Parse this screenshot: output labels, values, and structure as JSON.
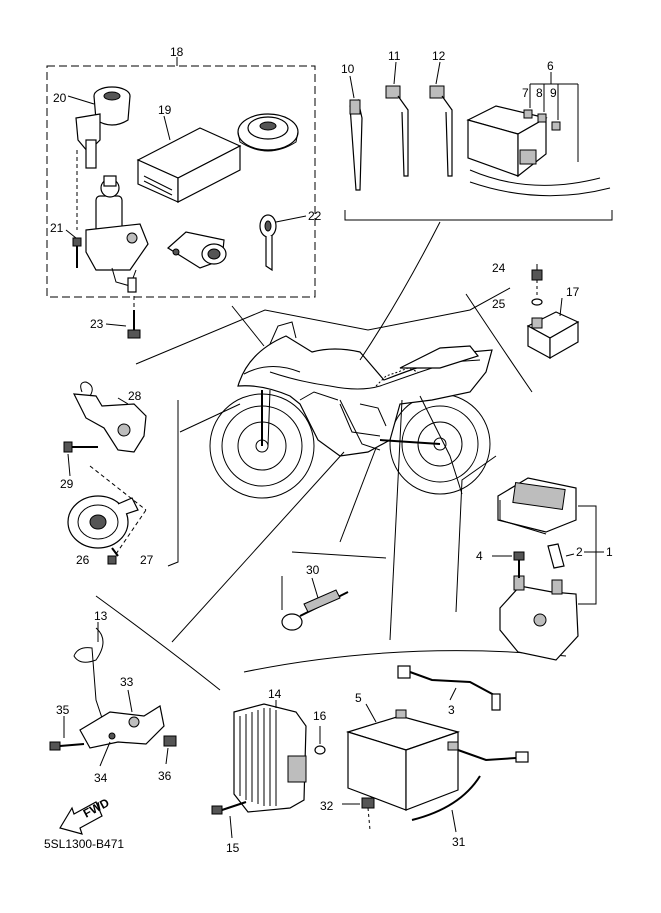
{
  "drawing_code": "5SL1300-B471",
  "fwd_label": "FWD",
  "callouts": {
    "c1": "1",
    "c2": "2",
    "c3": "3",
    "c4": "4",
    "c5": "5",
    "c6": "6",
    "c7": "7",
    "c8": "8",
    "c9": "9",
    "c10": "10",
    "c11": "11",
    "c12": "12",
    "c13": "13",
    "c14": "14",
    "c15": "15",
    "c16": "16",
    "c17": "17",
    "c18": "18",
    "c19": "19",
    "c20": "20",
    "c21": "21",
    "c22": "22",
    "c23": "23",
    "c24": "24",
    "c25": "25",
    "c26": "26",
    "c27": "27",
    "c28": "28",
    "c29": "29",
    "c30": "30",
    "c31": "31",
    "c32": "32",
    "c33": "33",
    "c34": "34",
    "c35": "35",
    "c36": "36"
  }
}
